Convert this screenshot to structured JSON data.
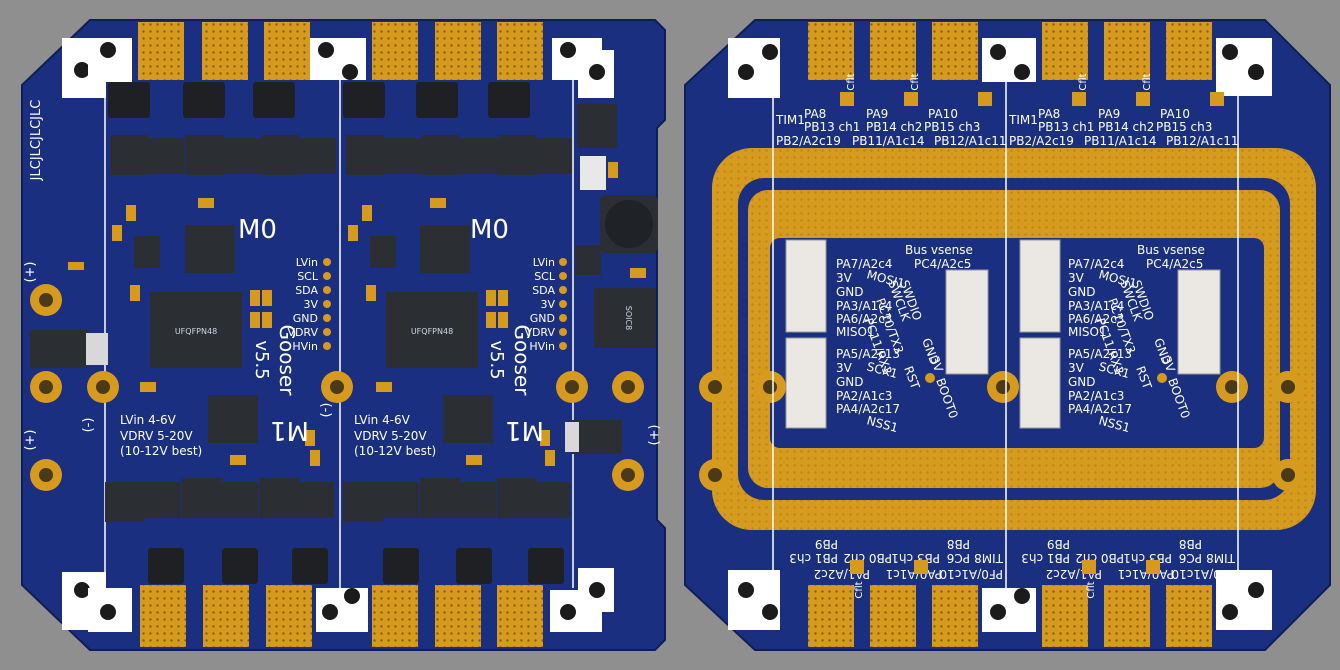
{
  "colors": {
    "background": "#8f8f8f",
    "board": "#1a2f80",
    "board_edge": "#10225c",
    "copper": "#d69a1e",
    "silk": "#ffffff",
    "chip": "#2b2e33"
  },
  "front": {
    "side_text": "JLCJLCJLCJLC",
    "plus_left_top": "(+)",
    "minus_left": "(-)",
    "plus_left_bottom": "(+)",
    "minus_center": "(-)",
    "plus_right": "(+)",
    "half": {
      "m0": "M0",
      "m1": "M1",
      "mcu": "UFQFPN48",
      "brand": "Gooser",
      "version": "v5.5",
      "pins": [
        "LVin",
        "SCL",
        "SDA",
        "3V",
        "GND",
        "VDRV",
        "HVin"
      ],
      "specs": [
        "LVin 4-6V",
        "VDRV 5-20V",
        "(10-12V best)"
      ]
    },
    "socket_label": "SOIC8"
  },
  "back": {
    "top_labels": {
      "cflt": "Cflt",
      "tim": "TIM1",
      "ch1_a": "PA8",
      "ch1_b": "PB13 ch1",
      "ch1_c": "PB2/A2c19",
      "ch2_a": "PA9",
      "ch2_b": "PB14 ch2",
      "ch2_c": "PB11/A1c14",
      "ch3_a": "PA10",
      "ch3_b": "PB15 ch3",
      "ch3_c": "PB12/A1c11"
    },
    "bottom_labels": {
      "a": "PF0/A1c10",
      "b": "PA0/A1c1",
      "c": "PA1/A2c2",
      "d": "TIM8",
      "e": "PC6",
      "f": "PB3 ch1",
      "g": "PB8",
      "h": "PB0 ch2",
      "i": "PB1 ch3",
      "j": "PB9",
      "k": "Cflt"
    },
    "connector_a": [
      "PA7/A2c4",
      "3V",
      "GND",
      "PA3/A1c4",
      "PA6/A2c3",
      "MISO1",
      "MOSI1"
    ],
    "connector_b": [
      "PA5/A2c13",
      "3V",
      "GND",
      "PA2/A1c3",
      "PA4/A2c17",
      "SCK1",
      "NSS1"
    ],
    "bus": [
      "Bus vsense",
      "PC4/A2c5"
    ],
    "swd": [
      "SWDIO",
      "SWCLK",
      "PC10/TX3",
      "PC11/RX3",
      "GND",
      "3V"
    ],
    "rst": "RST",
    "boot": "BOOT0"
  }
}
